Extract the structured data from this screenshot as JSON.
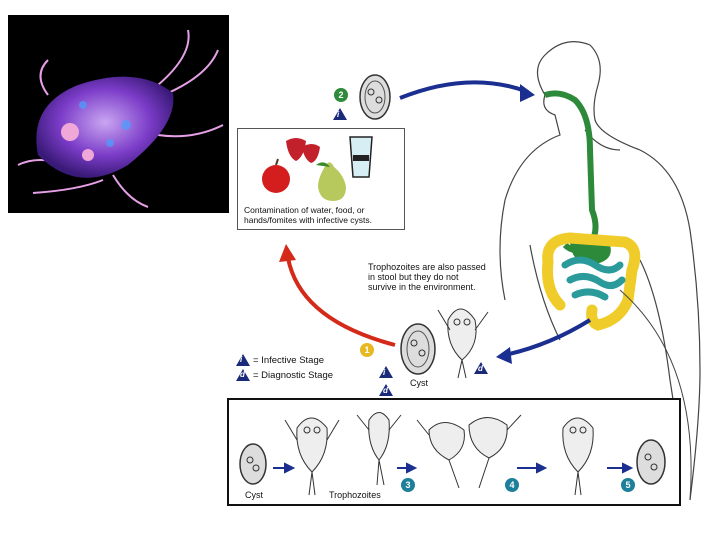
{
  "legend": {
    "infective_symbol": "i",
    "infective_label": "= Infective Stage",
    "diagnostic_symbol": "d",
    "diagnostic_label": "= Diagnostic Stage"
  },
  "contamination_text": "Contamination of water, food, or hands/fomites with infective cysts.",
  "trophozoites_note": "Trophozoites are also passed in stool but they do not survive in the environment.",
  "labels": {
    "cyst_main": "Cyst",
    "cyst_bottom": "Cyst",
    "trophozoites_bottom": "Trophozoites"
  },
  "steps": {
    "s1": "1",
    "s2": "2",
    "s3": "3",
    "s4": "4",
    "s5": "5",
    "i_mark": "i",
    "d_mark": "d"
  },
  "colors": {
    "step1": "#e8b820",
    "step2": "#2e8b3a",
    "step3_5": "#1d7f9a",
    "arrow_blue": "#1a2f8f",
    "arrow_red": "#d42a1a",
    "esophagus": "#2d8a3a",
    "colon": "#f0cc2a",
    "small_intestine": "#2a9a9a"
  }
}
